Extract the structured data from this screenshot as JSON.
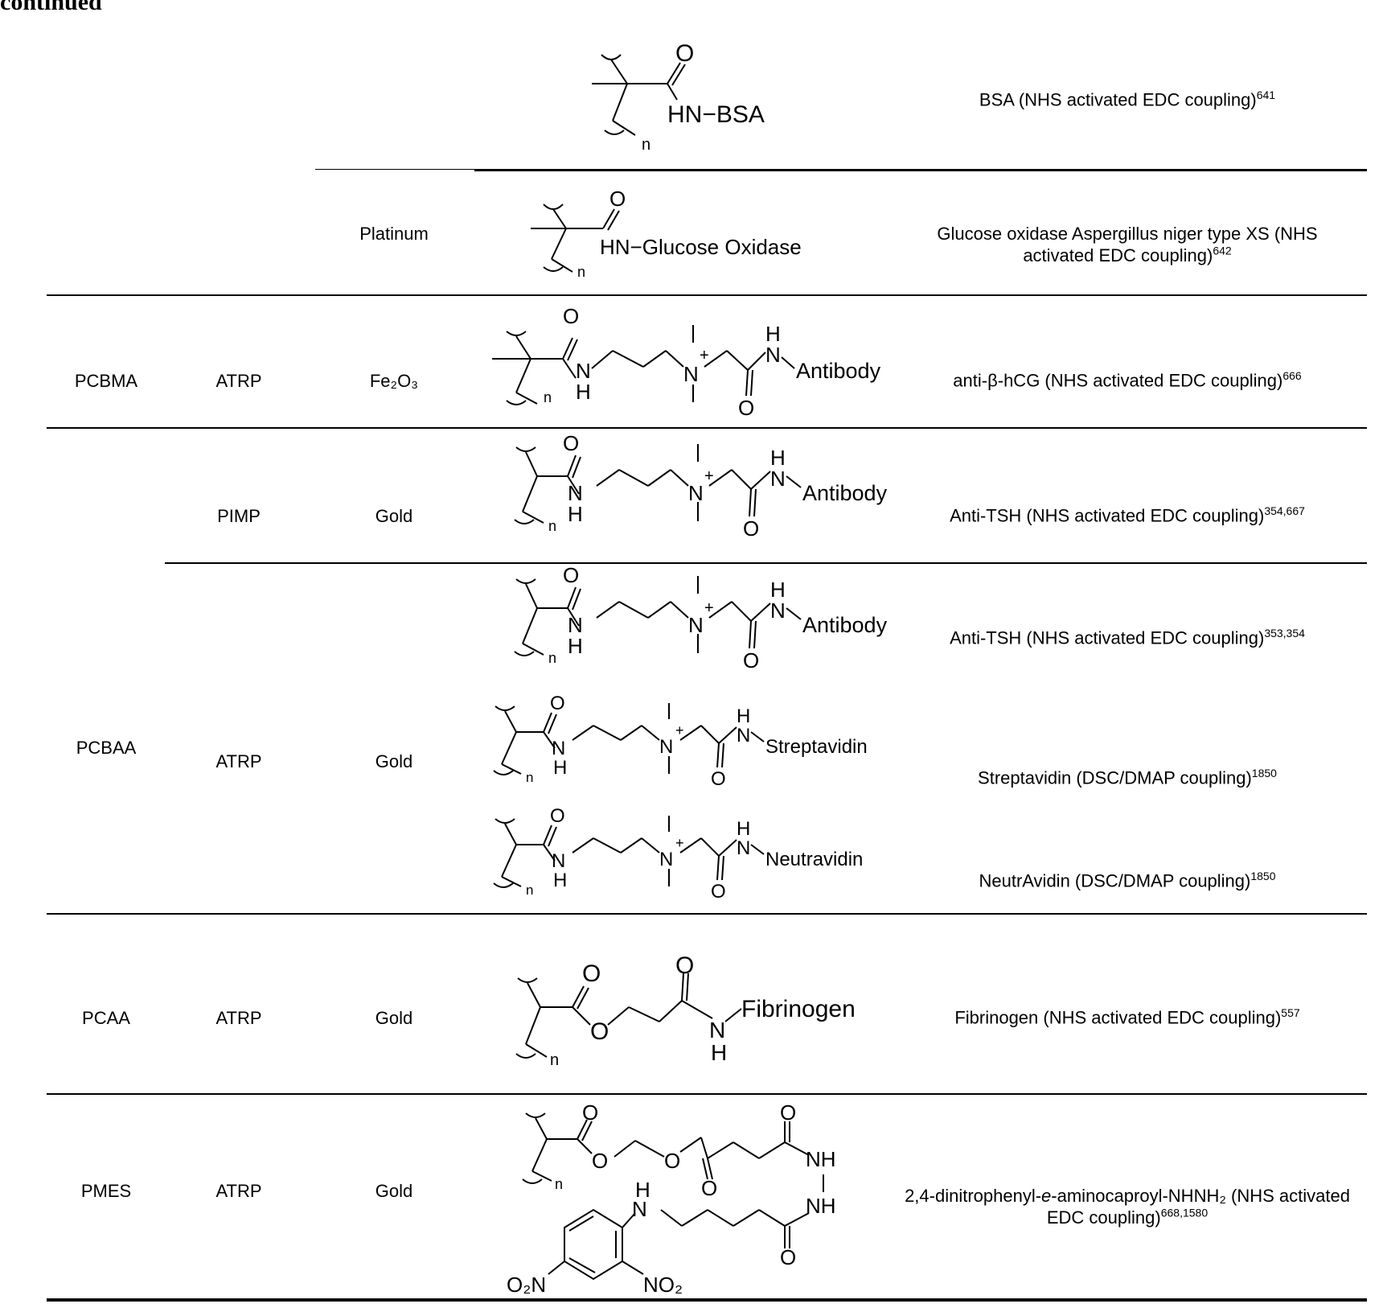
{
  "heading": "continued",
  "rows": [
    {
      "id": "bsa",
      "polymer": "",
      "method": "",
      "substrate": "",
      "structure_label": "HN−BSA",
      "description": "BSA (NHS activated EDC coupling)",
      "ref": "641"
    },
    {
      "id": "glucose",
      "polymer": "",
      "method": "",
      "substrate": "Platinum",
      "structure_label": "HN−Glucose Oxidase",
      "description": "Glucose oxidase Aspergillus niger type XS (NHS activated EDC coupling)",
      "ref": "642"
    },
    {
      "id": "pcbma",
      "polymer": "PCBMA",
      "method": "ATRP",
      "substrate": "Fe₂O₃",
      "structure_label": "Antibody",
      "description": "anti-β-hCG (NHS activated EDC coupling)",
      "ref": "666"
    },
    {
      "id": "pcbaa-pimp",
      "polymer": "",
      "method": "PIMP",
      "substrate": "Gold",
      "structure_label": "Antibody",
      "description": "Anti-TSH (NHS activated EDC coupling)",
      "ref": "354,667"
    },
    {
      "id": "pcbaa-atrp-1",
      "polymer": "PCBAA",
      "method": "ATRP",
      "substrate": "Gold",
      "structure_label": "Antibody",
      "description": "Anti-TSH (NHS activated EDC coupling)",
      "ref": "353,354"
    },
    {
      "id": "pcbaa-atrp-2",
      "structure_label": "Streptavidin",
      "description": "Streptavidin (DSC/DMAP coupling)",
      "ref": "1850"
    },
    {
      "id": "pcbaa-atrp-3",
      "structure_label": "Neutravidin",
      "description": "NeutrAvidin (DSC/DMAP coupling)",
      "ref": "1850"
    },
    {
      "id": "pcaa",
      "polymer": "PCAA",
      "method": "ATRP",
      "substrate": "Gold",
      "structure_label": "Fibrinogen",
      "description": "Fibrinogen (NHS activated EDC coupling)",
      "ref": "557"
    },
    {
      "id": "pmes",
      "polymer": "PMES",
      "method": "ATRP",
      "substrate": "Gold",
      "structure_label": "",
      "description_parts": [
        "2,4-dinitrophenyl-",
        "e",
        "-aminocaproyl-NHNH₂ (NHS activated EDC coupling)"
      ],
      "ref": "668,1580"
    }
  ],
  "atoms": {
    "O": "O",
    "N": "N",
    "H": "H",
    "NH": "NH",
    "n": "n",
    "plus": "+",
    "O2N": "O₂N",
    "NO2": "NO₂"
  }
}
